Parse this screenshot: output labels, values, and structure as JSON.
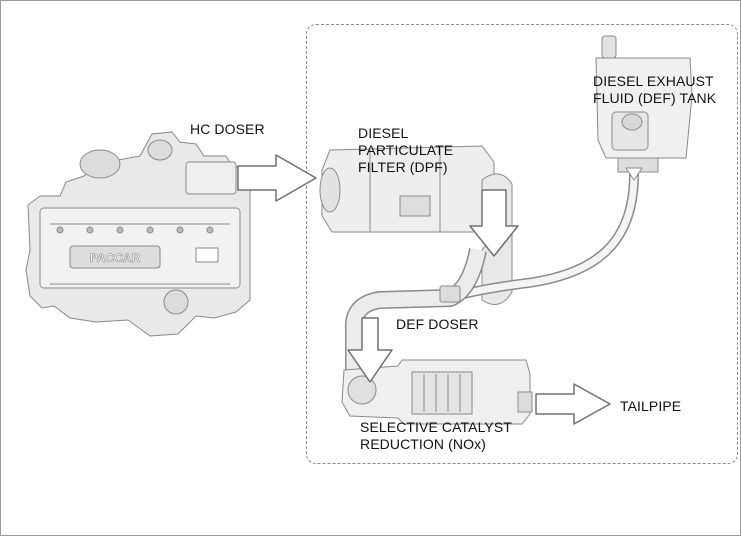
{
  "diagram": {
    "labels": {
      "hc_doser": "HC DOSER",
      "dpf": "DIESEL\nPARTICULATE\nFILTER (DPF)",
      "def_tank": "DIESEL EXHAUST\nFLUID (DEF) TANK",
      "def_doser": "DEF DOSER",
      "scr": "SELECTIVE CATALYST\nREDUCTION (NOx)",
      "tailpipe": "TAILPIPE"
    },
    "engine_brand": "PACCAR"
  }
}
